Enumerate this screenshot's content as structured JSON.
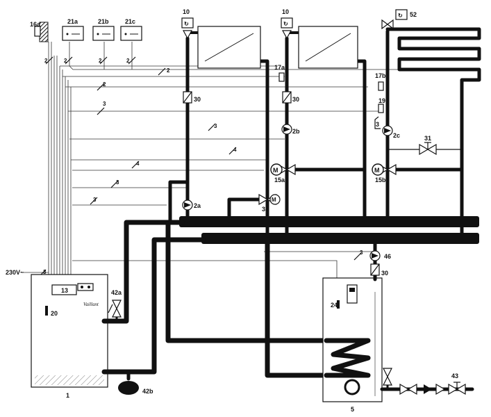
{
  "labels": {
    "room_sensor": "16a",
    "remote_a": "21a",
    "remote_b": "21b",
    "remote_c": "21c",
    "thermo_valve_1": "10",
    "thermo_valve_2": "10",
    "thermo_valve_3": "52",
    "sensor_a": "17a",
    "sensor_b": "17b",
    "check_valve_1": "30",
    "check_valve_2": "30",
    "check_valve_3": "30",
    "pump_a": "2a",
    "pump_b": "2b",
    "pump_c": "2c",
    "mixer_a": "15a",
    "mixer_b": "15b",
    "valve_38": "38",
    "sensor_19": "19",
    "bypass_valve": "31",
    "boiler": "1",
    "boiler_panel": "13",
    "boiler_sensor": "20",
    "safety_valve_boiler": "42a",
    "expansion_vessel": "42b",
    "cylinder": "5",
    "cylinder_sensor": "24",
    "circ_pump": "46",
    "cold_inlet_valve": "43",
    "mains": "230V~",
    "wire_2": "2",
    "wire_3": "3",
    "wire_4": "4",
    "mixer_symbol": "M",
    "brand": "Vaillant"
  }
}
